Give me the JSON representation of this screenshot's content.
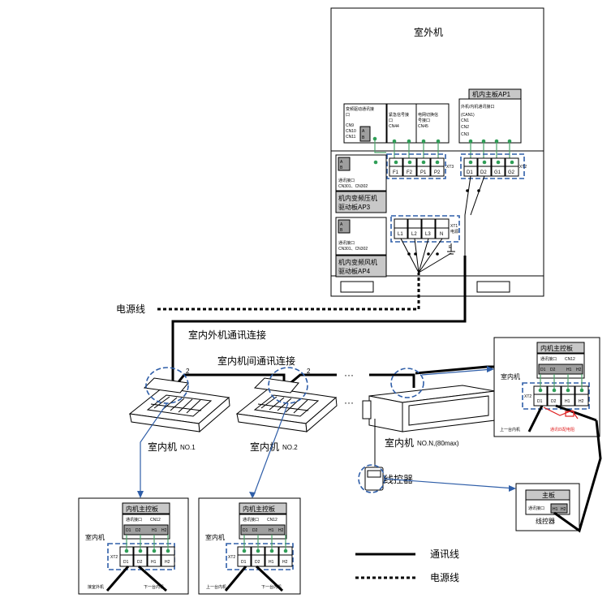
{
  "outdoor": {
    "title": "室外机",
    "ap1_label": "机内主板AP1",
    "box_inverter_comm": [
      "变频驱动通讯接",
      "口",
      "CN9",
      "CN10",
      "CN11"
    ],
    "box_emergency": [
      "紧急信号接",
      "口",
      "CN44"
    ],
    "box_grid": [
      "电网切换信",
      "号接口",
      "CN45"
    ],
    "box_inout_comm": [
      "外机/内机通讯接口",
      "(CAN1)",
      "CN1",
      "CN2",
      "CN3"
    ],
    "ab_a": "A",
    "ab_b": "B",
    "xt3_label": "XT3",
    "xt3_terminals": [
      "F1",
      "F2",
      "P1",
      "P2"
    ],
    "xt2_label": "XT2",
    "xt2_terminals": [
      "D1",
      "D2",
      "G1",
      "G2"
    ],
    "xt1_label": "XT1",
    "xt1_sub": "电源",
    "xt1_terminals": [
      "L1",
      "L2",
      "L3",
      "N"
    ],
    "earth_label": "E",
    "ap3_comm": [
      "通讯接口",
      "CN301、CN302"
    ],
    "ap3_label": [
      "机内变频压机",
      "驱动板AP3"
    ],
    "ap4_comm": [
      "通讯接口",
      "CN301、CN302"
    ],
    "ap4_label": [
      "机内变频风机",
      "驱动板AP4"
    ]
  },
  "labels": {
    "power_line": "电源线",
    "in_out_comm": "室内外机通讯连接",
    "in_in_comm": "室内机间通讯连接",
    "count_a": "2",
    "count_b": "2",
    "ellipsis": "···",
    "unit1": "室内机",
    "unit1_no": "NO.1",
    "unit2": "室内机",
    "unit2_no": "NO.2",
    "unitN": "室内机",
    "unitN_no": "NO.N,(80max)",
    "wired_controller": "线控器"
  },
  "board": {
    "title": "内机主控板",
    "unit_label": "室内机",
    "comm_port": "通讯接口",
    "cn12": "CN12",
    "top_terms": [
      "D1",
      "D2",
      "H1",
      "H2"
    ],
    "xt2": "XT2",
    "bottom_terms": [
      "D1",
      "D2",
      "H1",
      "H2"
    ]
  },
  "board1_notes": {
    "left": "接室外机",
    "right": "下一台内机"
  },
  "board2_notes": {
    "left": "上一台内机",
    "right": "下一台内机"
  },
  "boardN_notes": {
    "left": "上一台内机",
    "right": "通讯匹配电阻"
  },
  "controller": {
    "title": "主板",
    "comm_port": "通讯接口",
    "terms": [
      "H1",
      "H2"
    ],
    "label": "线控器"
  },
  "legend": {
    "comm": "通讯线",
    "power": "电源线"
  },
  "colors": {
    "dashed_box": "#2f5ea8",
    "connector_dot": "#2f9e57",
    "resistor": "#e02020"
  }
}
